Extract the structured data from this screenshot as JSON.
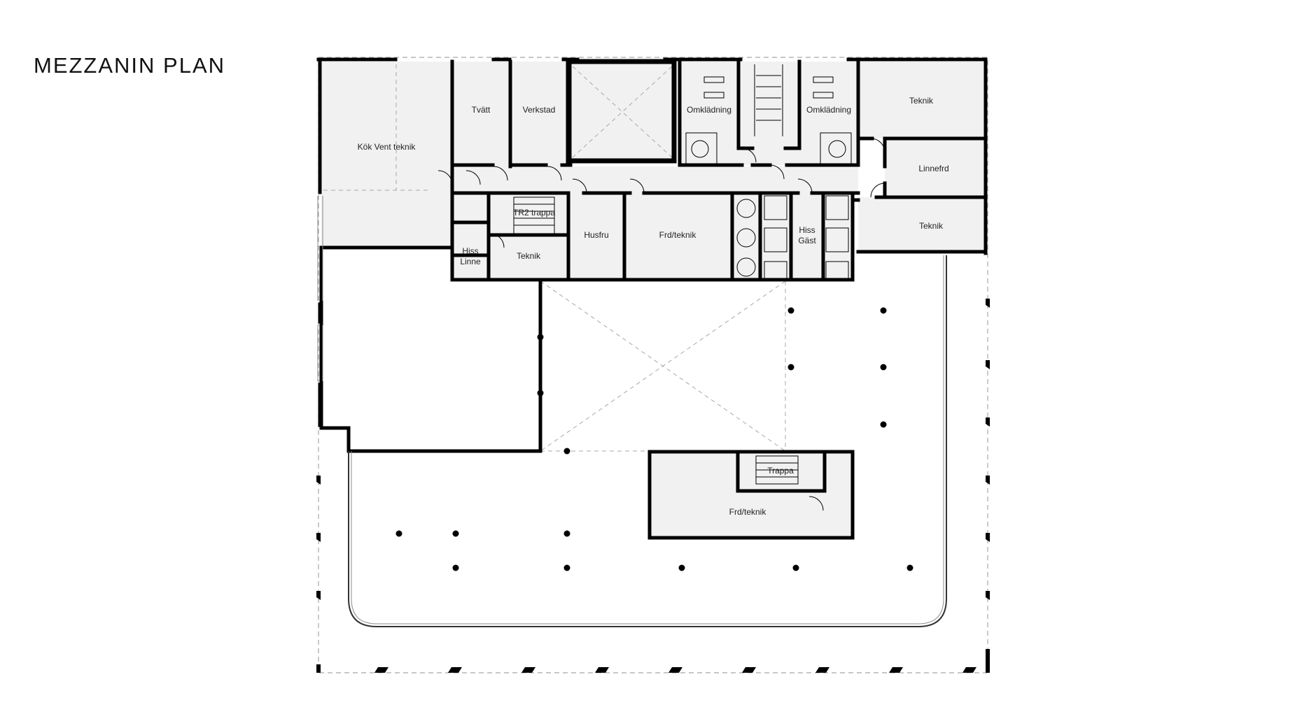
{
  "title": "MEZZANIN PLAN",
  "rooms": {
    "kok_vent_teknik": "Kök Vent teknik",
    "tvatt": "Tvätt",
    "verkstad": "Verkstad",
    "omkladning_1": "Omklädning",
    "omkladning_2": "Omklädning",
    "teknik_ne": "Teknik",
    "linnefrd": "Linnefrd",
    "teknik_e": "Teknik",
    "tr2_trappa": "TR2 trappa",
    "hiss_linne_1": "Hiss",
    "hiss_linne_2": "Linne",
    "teknik_core": "Teknik",
    "husfru": "Husfru",
    "frd_teknik_core": "Frd/teknik",
    "hiss_gast_1": "Hiss",
    "hiss_gast_2": "Gäst",
    "trappa": "Trappa",
    "frd_teknik_south": "Frd/teknik"
  },
  "colors": {
    "wall": "#000000",
    "room_fill": "#f1f1f1",
    "dashed": "#a8a8a8"
  }
}
